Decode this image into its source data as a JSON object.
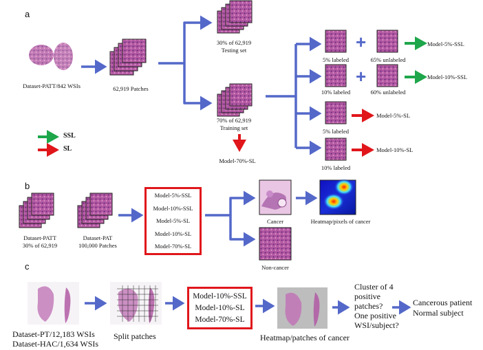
{
  "panels": {
    "a": "a",
    "b": "b",
    "c": "c"
  },
  "a": {
    "dataset": "Dataset-PATT/842 WSIs",
    "patches": "62,919 Patches",
    "testing": [
      "30% of 62,919",
      "Testing set"
    ],
    "training": [
      "70% of 62,919",
      "Training set"
    ],
    "model70": "Model-70%-SL",
    "labeled5": "5% labeled",
    "unlabeled65": "65% unlabeled",
    "model5ssl": "Model-5%-SSL",
    "labeled10": "10% labeled",
    "unlabeled60": "60% unlabeled",
    "model10ssl": "Model-10%-SSL",
    "labeled5b": "5% labeled",
    "model5sl": "Model-5%-SL",
    "labeled10b": "10% labeled",
    "model10sl": "Model-10%-SL",
    "plus": "+",
    "legend": {
      "ssl": "SSL",
      "sl": "SL"
    }
  },
  "b": {
    "patt": [
      "Dataset-PATT",
      "30% of 62,919"
    ],
    "pat": [
      "Dataset-PAT",
      "100,000 Patches"
    ],
    "models": [
      "Model-5%-SSL",
      "Model-10%-SSL",
      "Model-5%-SL",
      "Model-10%-SL",
      "Model-70%-SL"
    ],
    "cancer": "Cancer",
    "noncancer": "Non-cancer",
    "heatmap": "Heatmap/pixels of cancer"
  },
  "c": {
    "dataset": [
      "Dataset-PT/12,183 WSIs",
      "Dataset-HAC/1,634 WSIs"
    ],
    "split": "Split patches",
    "models": [
      "Model-10%-SSL",
      "Model-10%-SL",
      "Model-70%-SL"
    ],
    "heatmap": "Heatmap/patches of cancer",
    "question": [
      "Cluster of 4",
      "positive",
      "patches?",
      "One positive",
      "WSI/subject?"
    ],
    "result": [
      "Cancerous patient",
      "Normal subject"
    ]
  },
  "colors": {
    "arrow_blue": "#5468c9",
    "ssl_green": "#1ea64b",
    "sl_red": "#e0161b",
    "tissue": "#b45aa0"
  }
}
